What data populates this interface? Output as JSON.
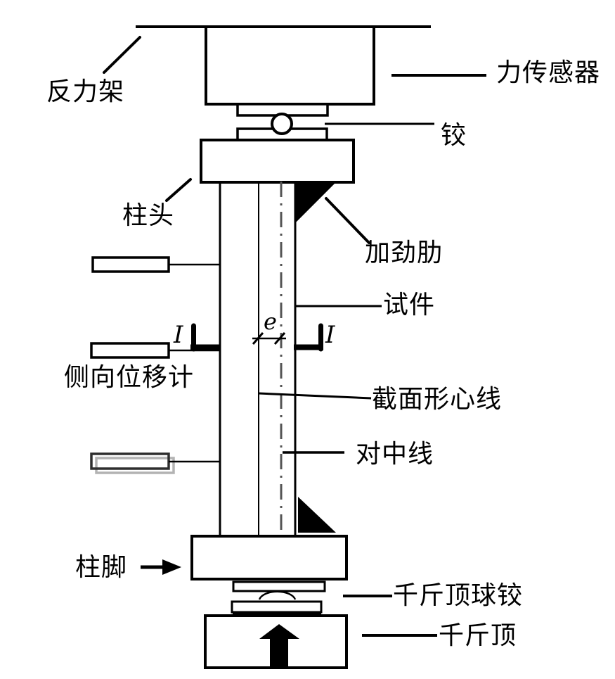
{
  "colors": {
    "ink": "#000000",
    "centerline": "#555555",
    "ghost": "#b3b3b3",
    "gauge3": "#2e2e2e",
    "paper": "#ffffff"
  },
  "labels": {
    "reaction_frame": "反力架",
    "force_sensor": "力传感器",
    "hinge": "铰",
    "column_head": "柱头",
    "stiffener": "加劲肋",
    "specimen": "试件",
    "lateral_displacement_gauge": "侧向位移计",
    "centroid_line": "截面形心线",
    "centering_line": "对中线",
    "column_base": "柱脚",
    "jack_ball_hinge": "千斤顶球铰",
    "jack": "千斤顶",
    "eccentricity": "e",
    "section_mark_left": "I",
    "section_mark_right": "I"
  }
}
